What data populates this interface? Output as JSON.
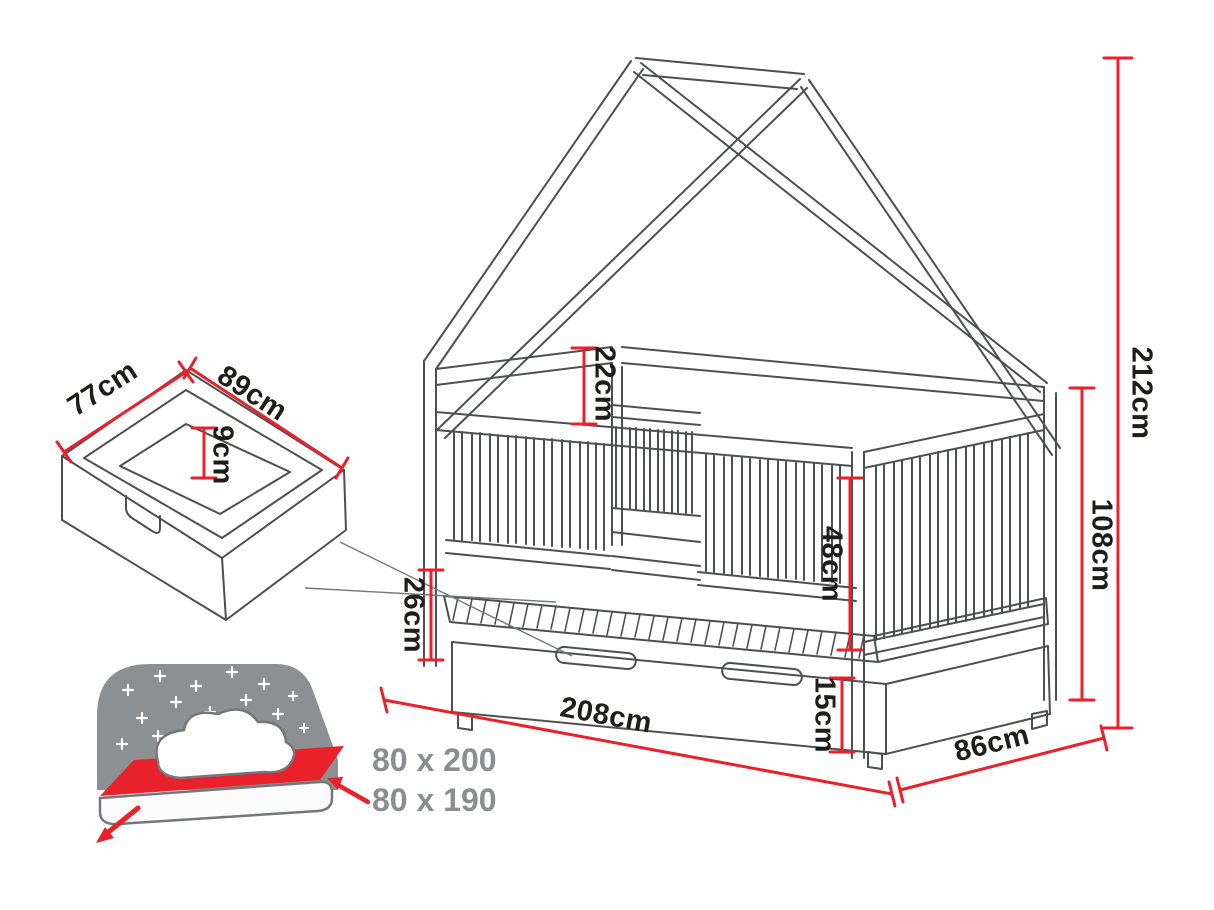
{
  "colors": {
    "drawing_line": "#4e4f51",
    "dimension_line": "#e8212b",
    "dimension_text": "#1d1d1b",
    "size_text": "#8b8d90",
    "icon_panel_gray": "#8d9093",
    "mattress_red": "#e8212b"
  },
  "bed_diagram": {
    "dimensions": {
      "total_height": {
        "label": "212cm"
      },
      "frame_height": {
        "label": "108cm"
      },
      "roof_to_rail": {
        "label": "22cm"
      },
      "guard_rail_height": {
        "label": "48cm"
      },
      "trundle_front_height": {
        "label": "26cm"
      },
      "length": {
        "label": "208cm"
      },
      "depth": {
        "label": "86cm"
      },
      "drawer_front_height": {
        "label": "15cm"
      }
    }
  },
  "storage_drawer": {
    "dimensions": {
      "width": {
        "label": "77cm"
      },
      "length": {
        "label": "89cm"
      },
      "height": {
        "label": "9cm"
      }
    }
  },
  "mattress_info": {
    "sizes": [
      {
        "label": "80 x 200"
      },
      {
        "label": "80 x 190"
      }
    ]
  }
}
